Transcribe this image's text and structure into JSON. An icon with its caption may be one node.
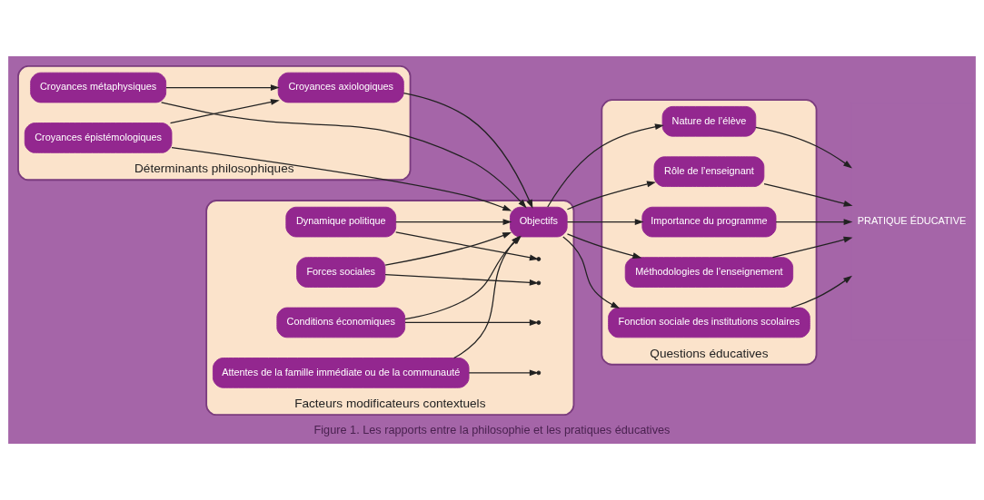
{
  "diagram": {
    "caption": "Figure 1. Les rapports entre la philosophie et les pratiques éducatives",
    "nodes": [
      {
        "text": [
          "Déterminants philosophiques"
        ]
      },
      {
        "text": [
          "Croyances métaphysiques"
        ],
        "in": 0
      },
      {
        "text": [
          "Croyances axiologiques"
        ],
        "in": 0
      },
      {
        "text": [
          "Croyances épistémologiques"
        ],
        "in": 0
      },
      {
        "text": [
          "Facteurs modificateurs contextuels"
        ]
      },
      {
        "text": [
          "Dynamique politique"
        ],
        "in": 4
      },
      {
        "text": [
          "Forces sociales"
        ],
        "in": 4
      },
      {
        "text": [
          "Objectifs"
        ],
        "in": 4
      },
      {
        "text": [
          "Conditions économiques"
        ],
        "in": 4
      },
      {
        "text": [
          "Attentes de la famille immédiate ou de la communauté"
        ],
        "in": 4
      },
      {
        "text": [
          "Questions éducatives"
        ]
      },
      {
        "text": [
          "Nature de l’élève"
        ],
        "in": 10
      },
      {
        "text": [
          "Rôle de l’enseignant"
        ],
        "in": 10
      },
      {
        "text": [
          "Importance du programme"
        ],
        "in": 10
      },
      {
        "text": [
          "Méthodologies de l’enseignement"
        ],
        "in": 10
      },
      {
        "text": [
          "Fonction sociale des institutions scolaires"
        ],
        "in": 10
      },
      {
        "text": [
          "PRATIQUE ÉDUCATIVE"
        ]
      }
    ],
    "edges": [
      {
        "from": 1,
        "to": 2,
        "arrow": "to"
      },
      {
        "from": 3,
        "to": 2,
        "arrow": "to"
      },
      {
        "from": 1,
        "to": 7,
        "arrow": "to"
      },
      {
        "from": 2,
        "to": 7,
        "arrow": "to"
      },
      {
        "from": 3,
        "to": 7,
        "arrow": "to"
      },
      {
        "from": 5,
        "to": 7,
        "arrow": "to"
      },
      {
        "from": 6,
        "to": 7,
        "arrow": "to"
      },
      {
        "from": 5,
        "to": null,
        "arrow": "to"
      },
      {
        "from": 6,
        "to": null,
        "arrow": "to"
      },
      {
        "from": 8,
        "to": 7,
        "arrow": "to"
      },
      {
        "from": 9,
        "to": 7,
        "arrow": "to"
      },
      {
        "from": 8,
        "to": null,
        "arrow": "to"
      },
      {
        "from": 9,
        "to": null,
        "arrow": "to"
      },
      {
        "from": 7,
        "to": 11,
        "arrow": "to"
      },
      {
        "from": 7,
        "to": 12,
        "arrow": "to"
      },
      {
        "from": 7,
        "to": 13,
        "arrow": "to"
      },
      {
        "from": 7,
        "to": 14,
        "arrow": "to"
      },
      {
        "from": 7,
        "to": 15,
        "arrow": "to"
      },
      {
        "from": 11,
        "to": 16,
        "arrow": "to"
      },
      {
        "from": 12,
        "to": 16,
        "arrow": "to"
      },
      {
        "from": 13,
        "to": 16,
        "arrow": "to"
      },
      {
        "from": 14,
        "to": 16,
        "arrow": "to"
      },
      {
        "from": 15,
        "to": 16,
        "arrow": "to"
      }
    ]
  }
}
